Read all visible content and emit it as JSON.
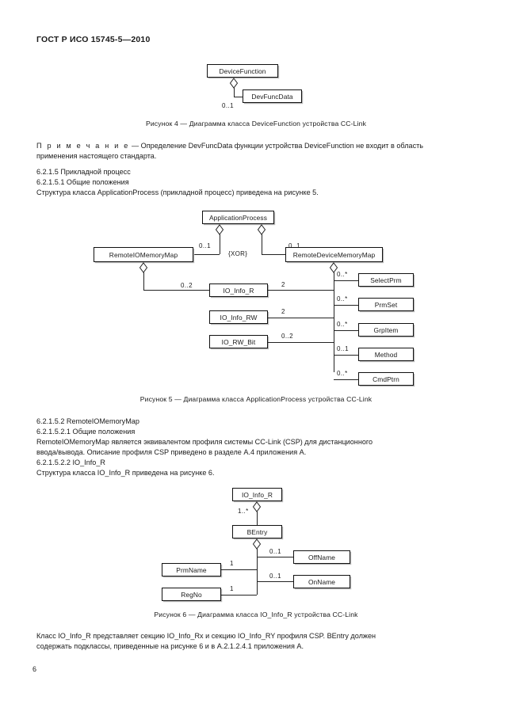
{
  "document": {
    "header": "ГОСТ Р ИСО 15745-5—2010",
    "page_number": "6"
  },
  "figure4": {
    "caption": "Рисунок 4 — Диаграмма класса DeviceFunction устройства CC-Link",
    "boxes": [
      {
        "id": "device-function",
        "label": "DeviceFunction"
      },
      {
        "id": "dev-func-data",
        "label": "DevFuncData"
      }
    ],
    "multiplicities": [
      {
        "id": "m1",
        "label": "0..1"
      }
    ]
  },
  "note": {
    "label": "П р и м е ч а н и е",
    "dash": " — ",
    "text_line1": "Определение DevFuncData функции устройства DeviceFunction не входит в область",
    "text_line2": "применения настоящего стандарта."
  },
  "section_6215": {
    "heading": "6.2.1.5  Прикладной процесс",
    "subheading": "6.2.1.5.1 Общие положения",
    "body": "Структура класса ApplicationProcess (прикладной процесс) приведена на рисунке 5."
  },
  "figure5": {
    "caption": "Рисунок 5 — Диаграмма класса ApplicationProcess устройства CC-Link",
    "boxes": [
      {
        "id": "application-process",
        "label": "ApplicationProcess"
      },
      {
        "id": "remote-io-memory-map",
        "label": "RemoteIOMemoryMap"
      },
      {
        "id": "remote-device-memory-map",
        "label": "RemoteDeviceMemoryMap"
      },
      {
        "id": "io-info-r",
        "label": "IO_Info_R"
      },
      {
        "id": "io-info-rw",
        "label": "IO_Info_RW"
      },
      {
        "id": "io-rw-bit",
        "label": "IO_RW_Bit"
      },
      {
        "id": "select-prm",
        "label": "SelectPrm"
      },
      {
        "id": "prm-set",
        "label": "PrmSet"
      },
      {
        "id": "grp-item",
        "label": "GrpItem"
      },
      {
        "id": "method",
        "label": "Method"
      },
      {
        "id": "cmd-ptrn",
        "label": "CmdPtrn"
      }
    ],
    "constraint": "{XOR}",
    "multiplicities": {
      "ap_to_riomm": "0..1",
      "ap_to_rdmm": "0..1",
      "riomm_to_ioinfor": "0..2",
      "ioinfor_to_rdmm": "2",
      "ioinforw_to_rdmm": "2",
      "iorwbit_to_rdmm": "0..2",
      "rdmm_to_selectprm": "0..*",
      "rdmm_to_prmset": "0..*",
      "rdmm_to_grpitem": "0..*",
      "rdmm_to_method": "0..1",
      "rdmm_to_cmdptrn": "0..*"
    }
  },
  "section_62152": {
    "heading": "6.2.1.5.2 RemoteIOMemoryMap",
    "subheading": "6.2.1.5.2.1 Общие положения",
    "body_line1": "RemoteIOMemoryMap является эквивалентом профиля системы CC-Link (CSP) для дистанционного",
    "body_line2": "ввода/вывода. Описание профиля CSP приведено в разделе А.4 приложения А.",
    "heading2": "6.2.1.5.2.2 IO_Info_R",
    "body2": "Структура класса IO_Info_R приведена на рисунке 6."
  },
  "figure6": {
    "caption": "Рисунок 6 — Диаграмма класса IO_Info_R устройства CC-Link",
    "boxes": [
      {
        "id": "io-info-r",
        "label": "IO_Info_R"
      },
      {
        "id": "bentry",
        "label": "BEntry"
      },
      {
        "id": "prm-name",
        "label": "PrmName"
      },
      {
        "id": "reg-no",
        "label": "RegNo"
      },
      {
        "id": "off-name",
        "label": "OffName"
      },
      {
        "id": "on-name",
        "label": "OnName"
      }
    ],
    "multiplicities": {
      "ioinfor_to_bentry": "1..*",
      "bentry_to_offname": "0..1",
      "bentry_to_onname": "0..1",
      "bentry_to_prmname": "1",
      "bentry_to_regno": "1"
    }
  },
  "closing": {
    "line1": "Класс IO_Info_R представляет секцию IO_Info_Rx и секцию IO_Info_RY профиля CSP. BEntry должен",
    "line2": "содержать подклассы, приведенные на рисунке 6 и в А.2.1.2.4.1 приложения А."
  }
}
